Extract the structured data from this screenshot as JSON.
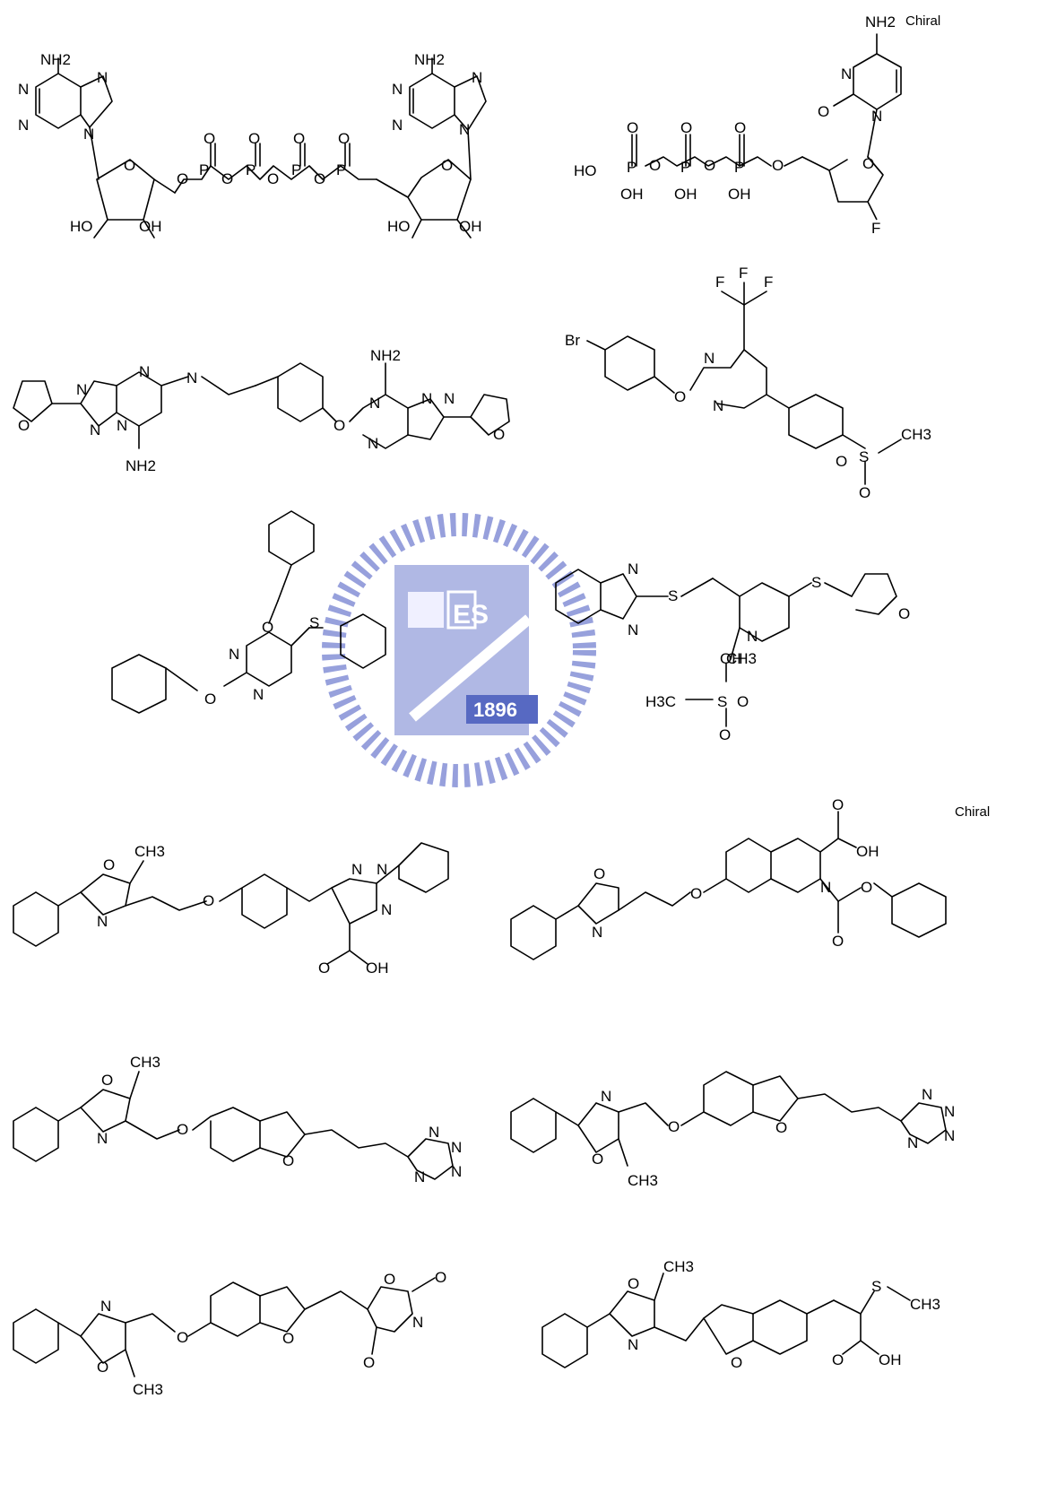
{
  "labels": {
    "chiral": "Chiral",
    "nh2": "NH2",
    "oh": "OH",
    "ho": "HO",
    "n": "N",
    "o": "O",
    "p": "P",
    "s": "S",
    "f": "F",
    "br": "Br",
    "ch3": "CH3",
    "h3c": "H3C"
  },
  "watermark": {
    "letters": "ES",
    "year": "1896",
    "color": "#3a4fb8"
  }
}
